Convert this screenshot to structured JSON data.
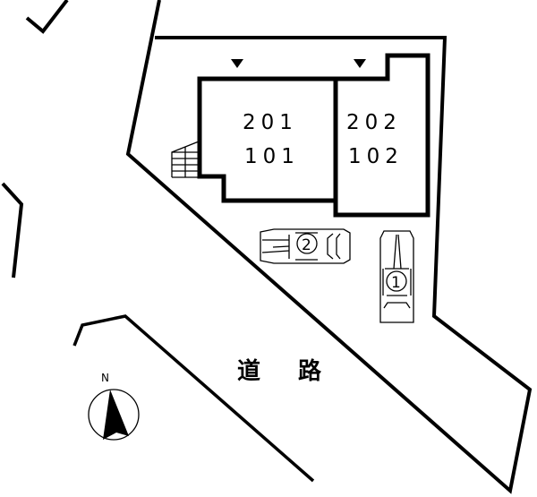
{
  "site_plan": {
    "units": [
      {
        "id": "unit-left",
        "upper": "201",
        "lower": "101"
      },
      {
        "id": "unit-right",
        "upper": "202",
        "lower": "102"
      }
    ],
    "parking": [
      {
        "number": "1",
        "orientation": "vertical"
      },
      {
        "number": "2",
        "orientation": "horizontal"
      }
    ],
    "road_label": "道　路",
    "road_label_chars": [
      "道",
      "路"
    ],
    "compass": {
      "label": "N"
    },
    "entrance_markers": 2,
    "colors": {
      "line": "#000000",
      "background": "#ffffff"
    }
  }
}
